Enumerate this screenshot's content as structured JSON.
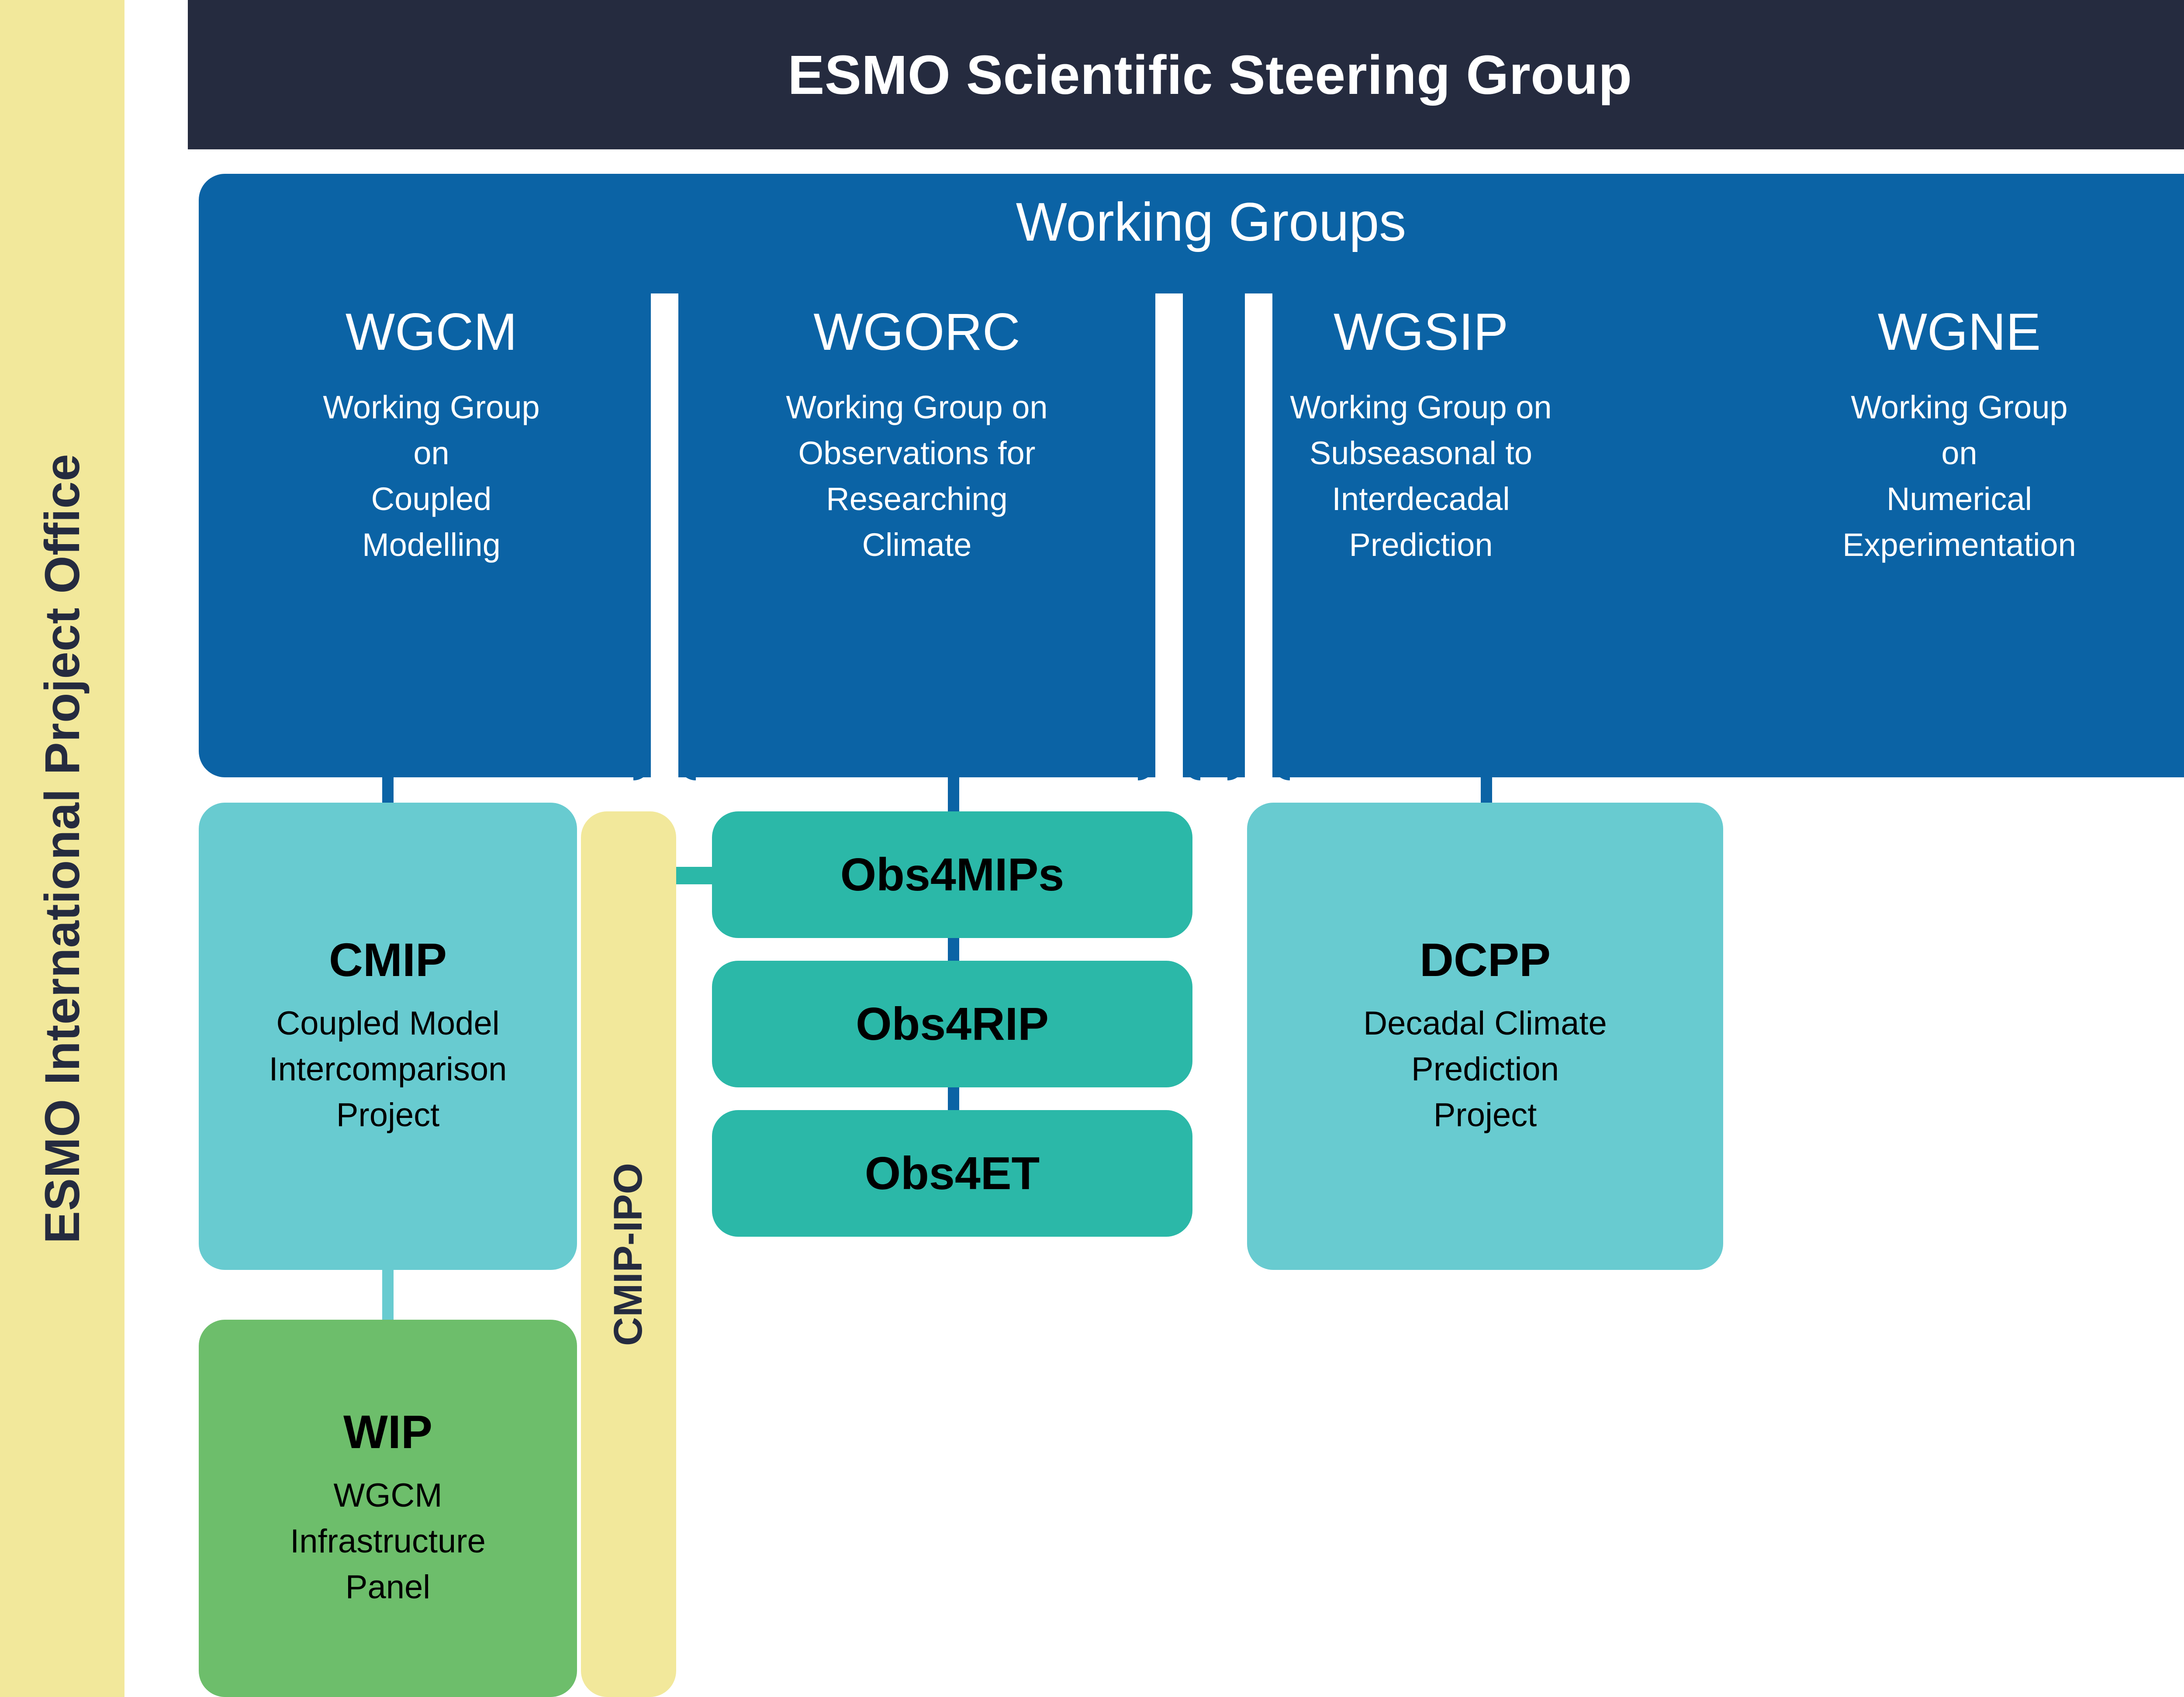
{
  "colors": {
    "navy": "#252B3F",
    "blue": "#0B63A5",
    "yellow": "#F2E89B",
    "teal_light": "#68CBD0",
    "teal_bright": "#2BB8A8",
    "green": "#6DBE6B",
    "white": "#FFFFFF"
  },
  "sidebar": {
    "label": "ESMO International Project Office"
  },
  "header": {
    "title": "ESMO Scientific Steering Group"
  },
  "working_groups_panel": {
    "title": "Working Groups",
    "groups": [
      {
        "acronym": "WGCM",
        "description": "Working Group\non\nCoupled\nModelling"
      },
      {
        "acronym": "WGORC",
        "description": "Working Group on\nObservations for\nResearching\nClimate"
      },
      {
        "acronym": "WGSIP",
        "description": "Working Group on\nSubseasonal to\nInterdecadal\nPrediction"
      },
      {
        "acronym": "WGNE",
        "description": "Working Group\non\nNumerical\nExperimentation"
      }
    ]
  },
  "projects": {
    "cmip": {
      "title": "CMIP",
      "description": "Coupled Model\nIntercomparison\nProject"
    },
    "wip": {
      "title": "WIP",
      "description": "WGCM\nInfrastructure\nPanel"
    },
    "dcpp": {
      "title": "DCPP",
      "description": "Decadal Climate\nPrediction\nProject"
    },
    "obs4mips": {
      "title": "Obs4MIPs"
    },
    "obs4rip": {
      "title": "Obs4RIP"
    },
    "obs4et": {
      "title": "Obs4ET"
    }
  },
  "cmip_ipo": {
    "label": "CMIP-IPO"
  }
}
